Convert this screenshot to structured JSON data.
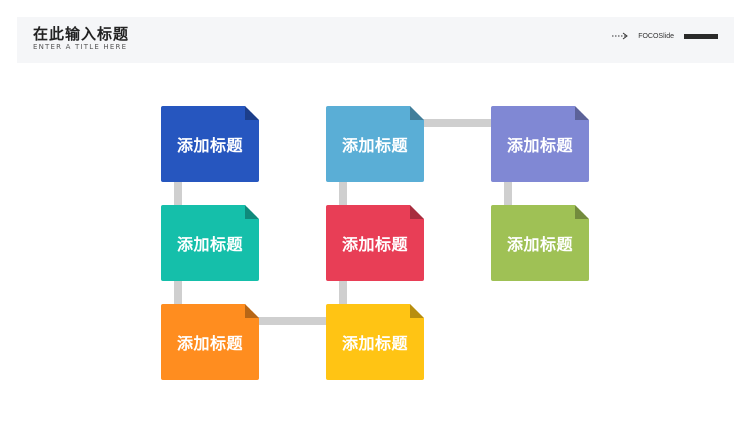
{
  "header": {
    "title": "在此输入标题",
    "subtitle": "ENTER A TITLE HERE",
    "brand": "FOCOSlide",
    "arrow_icon": "dotted-arrow-icon"
  },
  "cards": [
    {
      "label": "添加标题",
      "color": "#2656bf"
    },
    {
      "label": "添加标题",
      "color": "#5aaed6"
    },
    {
      "label": "添加标题",
      "color": "#8088d4"
    },
    {
      "label": "添加标题",
      "color": "#15bfaa"
    },
    {
      "label": "添加标题",
      "color": "#e83e56"
    },
    {
      "label": "添加标题",
      "color": "#9fc155"
    },
    {
      "label": "添加标题",
      "color": "#ff8d1f"
    },
    {
      "label": "添加标题",
      "color": "#ffc414"
    }
  ],
  "colors": {
    "connector": "#cfcfcf",
    "header_bg": "#f5f6f8"
  }
}
